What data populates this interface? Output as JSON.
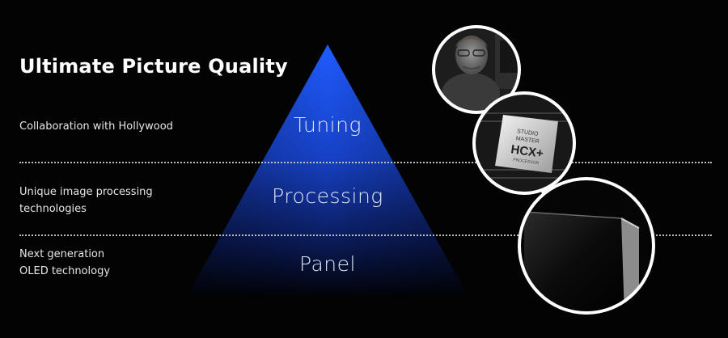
{
  "slide": {
    "title": "Ultimate Picture Quality",
    "rows": [
      {
        "description": "Collaboration with Hollywood",
        "tier": "Tuning"
      },
      {
        "description": "Unique image processing\ntechnologies",
        "tier": "Processing"
      },
      {
        "description": "Next generation\nOLED technology",
        "tier": "Panel"
      }
    ],
    "chip_label": {
      "line1": "STUDIO",
      "line2": "MASTER",
      "line3": "HCX+",
      "line4": "PROCESSOR"
    },
    "colors": {
      "background": "#030303",
      "pyramid_top": "#1f5cff",
      "pyramid_bottom": "#02030a",
      "divider": "#bfbfbf"
    }
  }
}
